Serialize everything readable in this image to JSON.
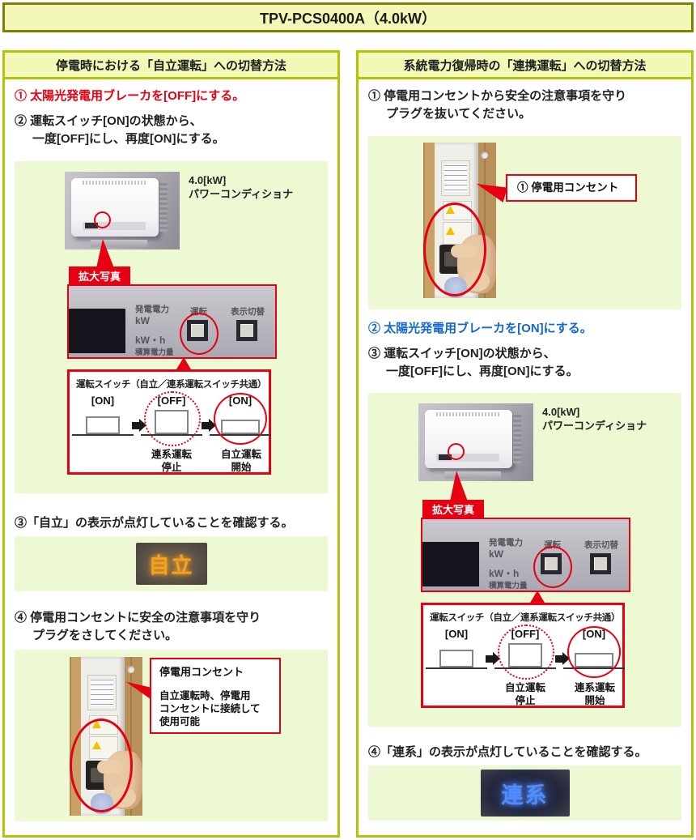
{
  "banner": {
    "title": "TPV-PCS0400A（4.0kW）"
  },
  "colors": {
    "accent_red": "#e60012",
    "accent_blue": "#1468c8",
    "column_border": "#b5c20a",
    "banner_border": "#7e8000",
    "header_fill": "#f3f7b8",
    "panel_fill": "#edf9d3",
    "lamp_amber": "#f6a31b",
    "lamp_blue": "#4f8dff"
  },
  "shared": {
    "pcs_kw": "4.0[kW]",
    "pcs_name": "パワーコンディショナ",
    "magnify": "拡大写真",
    "gen_power": "発電電力",
    "kw": "kW",
    "kwh": "kW・h",
    "total_power": "積算電力量",
    "run": "運転",
    "display_toggle": "表示切替",
    "switch_title": "運転スイッチ（自立／連系運転スイッチ共通）",
    "on": "[ON]",
    "off": "[OFF]"
  },
  "left": {
    "header": "停電時における「自立運転」への切替方法",
    "step1": "① 太陽光発電用ブレーカを[OFF]にする。",
    "step2_l1": "② 運転スイッチ[ON]の状態から、",
    "step2_l2": "一度[OFF]にし、再度[ON]にする。",
    "sw_off_cap1": "連系運転",
    "sw_off_cap2": "停止",
    "sw_on_cap1": "自立運転",
    "sw_on_cap2": "開始",
    "step3": "③「自立」の表示が点灯していることを確認する。",
    "lamp": "自立",
    "step4_l1": "④ 停電用コンセントに安全の注意事項を守り",
    "step4_l2": "プラグをさしてください。",
    "callout_title": "停電用コンセント",
    "callout_l1": "自立運転時、停電用",
    "callout_l2": "コンセントに接続して",
    "callout_l3": "使用可能"
  },
  "right": {
    "header": "系統電力復帰時の「連携運転」への切替方法",
    "step1_l1": "① 停電用コンセントから安全の注意事項を守り",
    "step1_l2": "プラグを抜いてください。",
    "callout": "① 停電用コンセント",
    "step2": "② 太陽光発電用ブレーカを[ON]にする。",
    "step3_l1": "③ 運転スイッチ[ON]の状態から、",
    "step3_l2": "一度[OFF]にし、再度[ON]にする。",
    "sw_off_cap1": "自立運転",
    "sw_off_cap2": "停止",
    "sw_on_cap1": "連系運転",
    "sw_on_cap2": "開始",
    "step4": "④「連系」の表示が点灯していることを確認する。",
    "lamp": "連系"
  }
}
